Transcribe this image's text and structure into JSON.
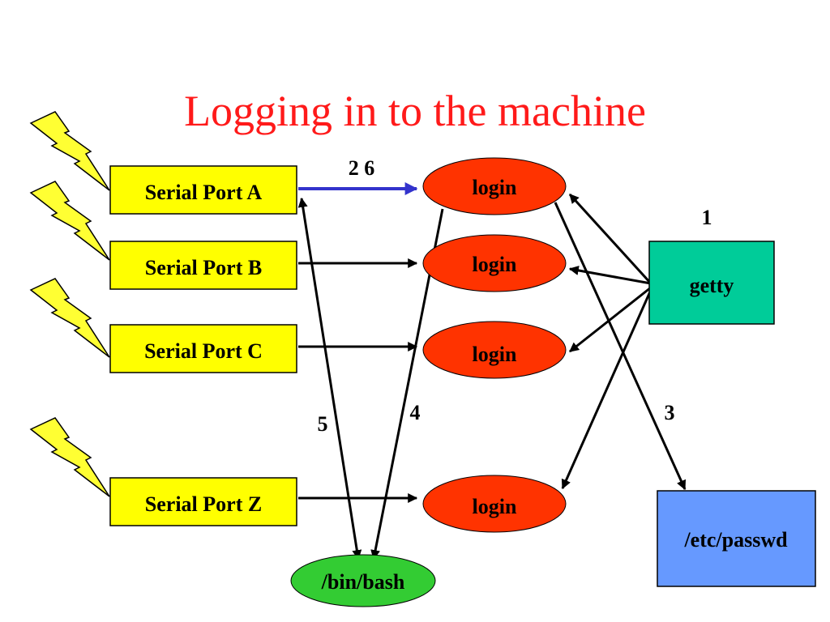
{
  "title": "Logging in to the machine",
  "nodes": {
    "port_a": "Serial Port A",
    "port_b": "Serial Port B",
    "port_c": "Serial Port C",
    "port_z": "Serial Port Z",
    "login": "login",
    "getty": "getty",
    "passwd": "/etc/passwd",
    "bash": "/bin/bash"
  },
  "step_labels": {
    "s1": "1",
    "s26": "2 6",
    "s3": "3",
    "s4": "4",
    "s5": "5"
  },
  "colors": {
    "title": "#ff1a1a",
    "port": "#ffff00",
    "login": "#ff3300",
    "getty": "#00cc99",
    "passwd": "#6699ff",
    "bash": "#33cc33",
    "highlight_edge": "#3333cc",
    "bolt": "#ffff33"
  },
  "icons": [
    "lightning-bolt-icon"
  ]
}
